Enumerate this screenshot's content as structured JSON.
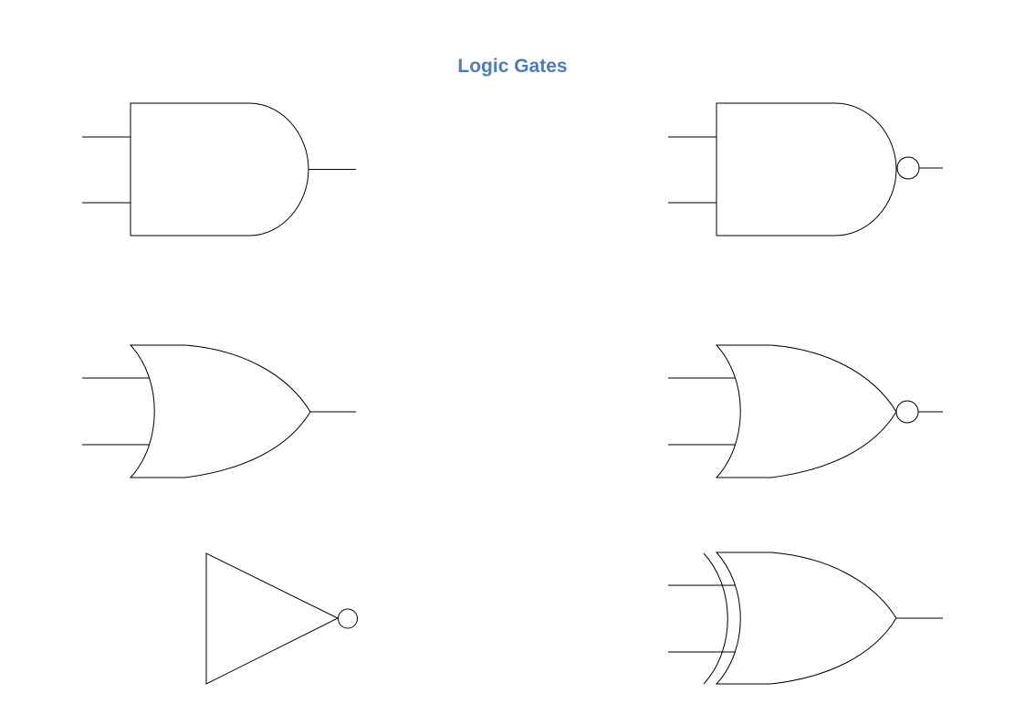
{
  "title": "Logic Gates",
  "colors": {
    "title": "#4a7cc4",
    "stroke": "#000000",
    "background": "#ffffff"
  },
  "gates": [
    {
      "id": "and",
      "symbol": "and-gate-icon",
      "inputs": 2,
      "inverted_output": false
    },
    {
      "id": "nand",
      "symbol": "nand-gate-icon",
      "inputs": 2,
      "inverted_output": true
    },
    {
      "id": "or",
      "symbol": "or-gate-icon",
      "inputs": 2,
      "inverted_output": false
    },
    {
      "id": "nor",
      "symbol": "nor-gate-icon",
      "inputs": 2,
      "inverted_output": true
    },
    {
      "id": "not",
      "symbol": "not-gate-icon",
      "inputs": 1,
      "inverted_output": true
    },
    {
      "id": "xor",
      "symbol": "xor-gate-icon",
      "inputs": 2,
      "inverted_output": false
    }
  ]
}
